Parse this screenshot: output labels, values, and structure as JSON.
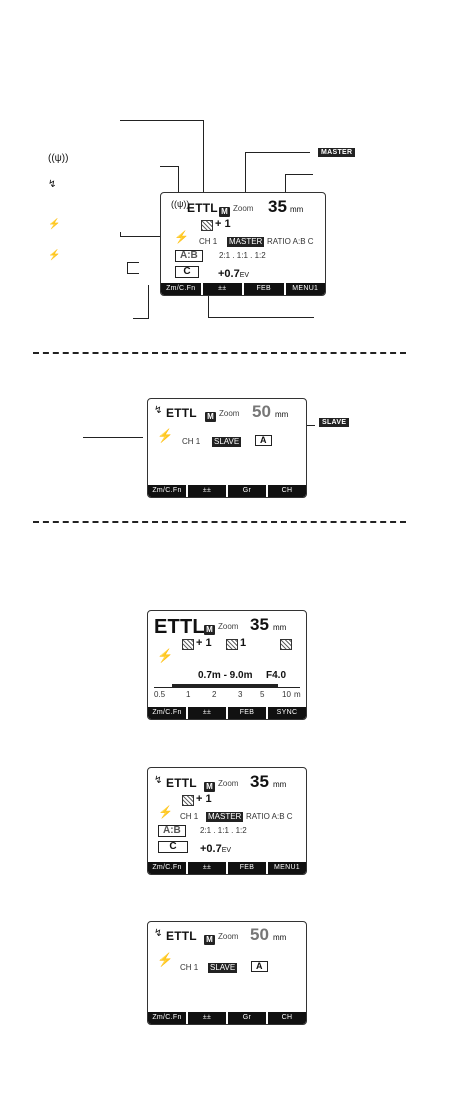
{
  "legend": {
    "radio_icon": "((ψ))",
    "optical_icon": "↯",
    "head_icon_a": "⚡",
    "head_icon_b": "⚡"
  },
  "tags": {
    "master": "MASTER",
    "slave": "SLAVE"
  },
  "d1": {
    "ettl": "ETTL",
    "m": "M",
    "zoom": "Zoom",
    "num": "35",
    "unit": "mm",
    "fec": "+ 1",
    "ch": "CH 1",
    "master": "MASTER",
    "ratio": "RATIO A:B C",
    "ab": "A:B",
    "ratios": "2:1  .  1:1  .  1:2",
    "c": "C",
    "ev": "+0.7",
    "evunit": "EV",
    "fn": [
      "Zm/C.Fn",
      "±±",
      "FEB",
      "MENU1"
    ]
  },
  "d2": {
    "ettl": "ETTL",
    "m": "M",
    "zoom": "Zoom",
    "num": "50",
    "unit": "mm",
    "ch": "CH 1",
    "slave": "SLAVE",
    "a": "A",
    "fn": [
      "Zm/C.Fn",
      "±±",
      "Gr",
      "CH"
    ]
  },
  "d3": {
    "ettl": "ETTL",
    "m": "M",
    "zoom": "Zoom",
    "num": "35",
    "unit": "mm",
    "fec": "+ 1",
    "fec2": "1",
    "range": "0.7m - 9.0m",
    "fnum": "F4.0",
    "scale": [
      "0.5",
      "1",
      "2",
      "3",
      "5",
      "10"
    ],
    "scale_unit": "m",
    "fn": [
      "Zm/C.Fn",
      "±±",
      "FEB",
      "SYNC"
    ]
  },
  "d4": {
    "ettl": "ETTL",
    "m": "M",
    "zoom": "Zoom",
    "num": "35",
    "unit": "mm",
    "fec": "+ 1",
    "ch": "CH 1",
    "master": "MASTER",
    "ratio": "RATIO A:B C",
    "ab": "A:B",
    "ratios": "2:1  .  1:1  .  1:2",
    "c": "C",
    "ev": "+0.7",
    "evunit": "EV",
    "fn": [
      "Zm/C.Fn",
      "±±",
      "FEB",
      "MENU1"
    ]
  },
  "d5": {
    "ettl": "ETTL",
    "m": "M",
    "zoom": "Zoom",
    "num": "50",
    "unit": "mm",
    "ch": "CH 1",
    "slave": "SLAVE",
    "a": "A",
    "fn": [
      "Zm/C.Fn",
      "±±",
      "Gr",
      "CH"
    ]
  }
}
